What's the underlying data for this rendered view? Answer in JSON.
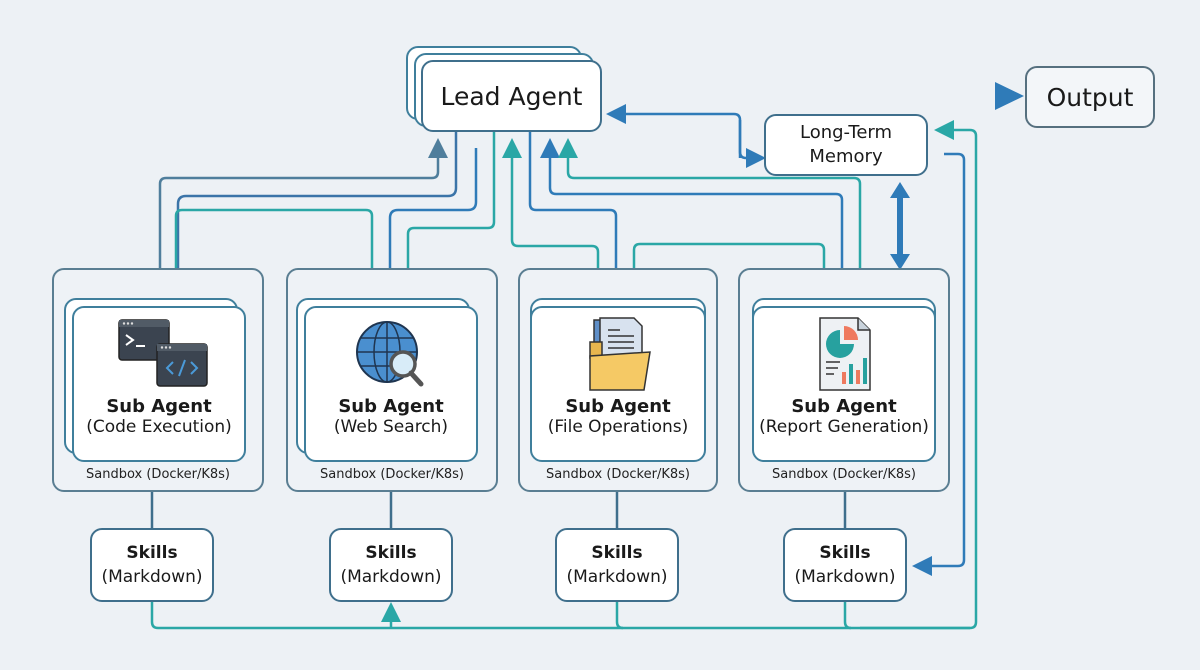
{
  "lead_agent": {
    "label": "Lead Agent"
  },
  "output": {
    "label": "Output"
  },
  "memory": {
    "line1": "Long-Term",
    "line2": "Memory"
  },
  "sub_agents": [
    {
      "title": "Sub Agent",
      "desc": "(Code Execution)",
      "icon": "terminal-code-icon",
      "sandbox": "Sandbox (Docker/K8s)"
    },
    {
      "title": "Sub Agent",
      "desc": "(Web Search)",
      "icon": "globe-search-icon",
      "sandbox": "Sandbox (Docker/K8s)"
    },
    {
      "title": "Sub Agent",
      "desc": "(File Operations)",
      "icon": "folder-documents-icon",
      "sandbox": "Sandbox (Docker/K8s)"
    },
    {
      "title": "Sub Agent",
      "desc": "(Report Generation)",
      "icon": "report-chart-icon",
      "sandbox": "Sandbox (Docker/K8s)"
    }
  ],
  "skills": [
    {
      "title": "Skills",
      "desc": "(Markdown)"
    },
    {
      "title": "Skills",
      "desc": "(Markdown)"
    },
    {
      "title": "Skills",
      "desc": "(Markdown)"
    },
    {
      "title": "Skills",
      "desc": "(Markdown)"
    }
  ],
  "colors": {
    "teal": "#2aa7a6",
    "blue": "#2f7bb8",
    "slate": "#4f7e9c",
    "border": "#3f6f8c",
    "background": "#edf1f5"
  }
}
